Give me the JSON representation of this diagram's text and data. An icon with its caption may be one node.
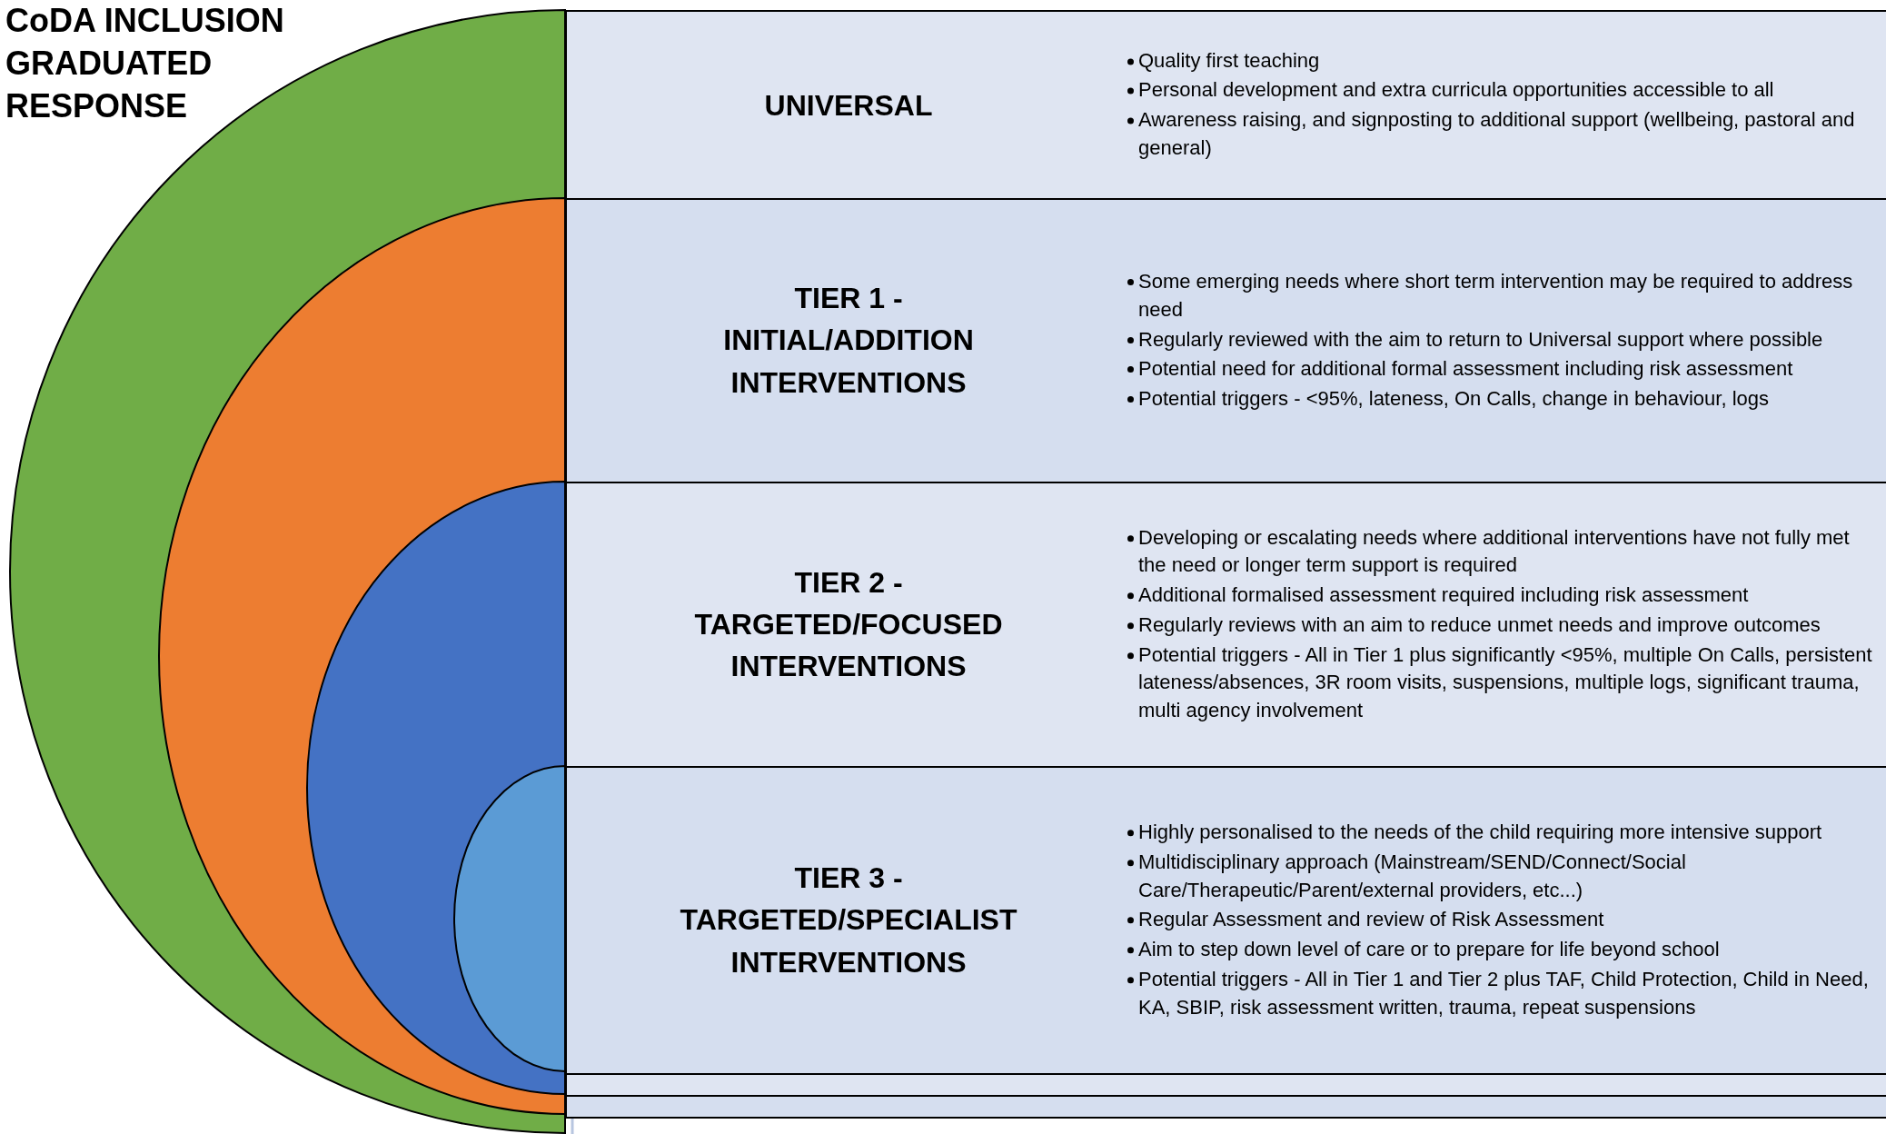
{
  "diagram": {
    "title": "CoDA INCLUSION GRADUATED RESPONSE",
    "nodes": [
      {
        "text": [
          "UNIVERSAL",
          "Quality first teaching",
          "Personal development and extra curricula opportunities accessible to all",
          "Awareness raising, and signposting to additional support (wellbeing, pastoral and general)"
        ]
      },
      {
        "text": [
          "TIER 1 - INITIAL/ADDITION INTERVENTIONS",
          "Some emerging needs where short term intervention may be required to address need",
          "Regularly reviewed with the aim to return to Universal support where possible",
          "Potential need for additional formal assessment including risk assessment",
          "Potential triggers - <95%, lateness, On Calls, change in behaviour, logs"
        ]
      },
      {
        "text": [
          "TIER 2 - TARGETED/FOCUSED INTERVENTIONS",
          "Developing or escalating needs where additional interventions have not fully met the need or longer term support is required",
          "Additional formalised assessment required including risk assessment",
          "Regularly reviews with an aim to reduce unmet needs and improve outcomes",
          "Potential triggers - All in Tier 1 plus significantly <95%, multiple On Calls, persistent lateness/absences, 3R room visits, suspensions, multiple logs, significant trauma, multi agency involvement"
        ]
      },
      {
        "text": [
          "TIER 3 - TARGETED/SPECIALIST INTERVENTIONS",
          "Highly personalised to the needs of the child requiring more intensive support",
          "Multidisciplinary approach (Mainstream/SEND/Connect/Social Care/Therapeutic/Parent/external providers, etc...)",
          "Regular Assessment and review of Risk Assessment",
          "Aim to step down level of care or to prepare for life beyond school",
          "Potential triggers - All in Tier 1 and Tier 2 plus TAF, Child Protection, Child in Need, KA, SBIP, risk assessment written, trauma, repeat suspensions"
        ]
      },
      {
        "text": [],
        "shape": "box"
      },
      {
        "text": [],
        "shape": "box"
      }
    ]
  }
}
